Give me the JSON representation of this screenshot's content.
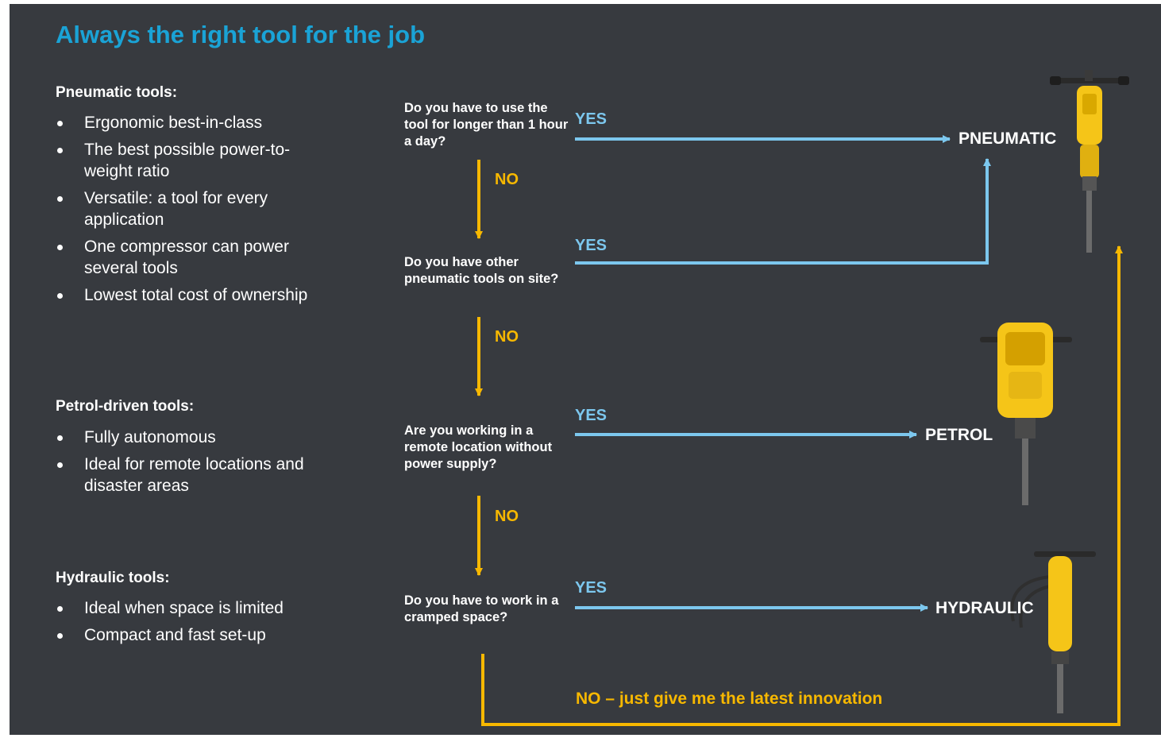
{
  "title": "Always the right tool for the job",
  "sections": {
    "pneumatic": {
      "heading": "Pneumatic tools:",
      "bullets": [
        "Ergonomic best-in-class",
        "The best possible power-to-weight ratio",
        "Versatile: a tool for every application",
        "One compressor can power several tools",
        "Lowest total cost of ownership"
      ]
    },
    "petrol": {
      "heading": "Petrol-driven tools:",
      "bullets": [
        "Fully autonomous",
        "Ideal for remote locations and disaster areas"
      ]
    },
    "hydraulic": {
      "heading": "Hydraulic tools:",
      "bullets": [
        "Ideal when space is limited",
        "Compact and fast set-up"
      ]
    }
  },
  "flow": {
    "questions": [
      "Do you have to use the tool for longer than 1 hour a day?",
      "Do you have other pneumatic tools on site?",
      "Are you working in a remote location without power supply?",
      "Do you have to work in a cramped space?"
    ],
    "yes_label": "YES",
    "no_label": "NO",
    "outcomes": {
      "pneumatic": "PNEUMATIC",
      "petrol": "PETROL",
      "hydraulic": "HYDRAULIC"
    },
    "final_no": "NO – just give me the latest innovation"
  },
  "colors": {
    "background": "#373a3f",
    "title": "#1aa3d6",
    "yes_arrow": "#7cc7ee",
    "no_arrow": "#f7b800",
    "tool_body": "#f5c518"
  },
  "icons": {
    "pneumatic_tool": "pneumatic-breaker-icon",
    "petrol_tool": "petrol-breaker-icon",
    "hydraulic_tool": "hydraulic-breaker-icon"
  }
}
